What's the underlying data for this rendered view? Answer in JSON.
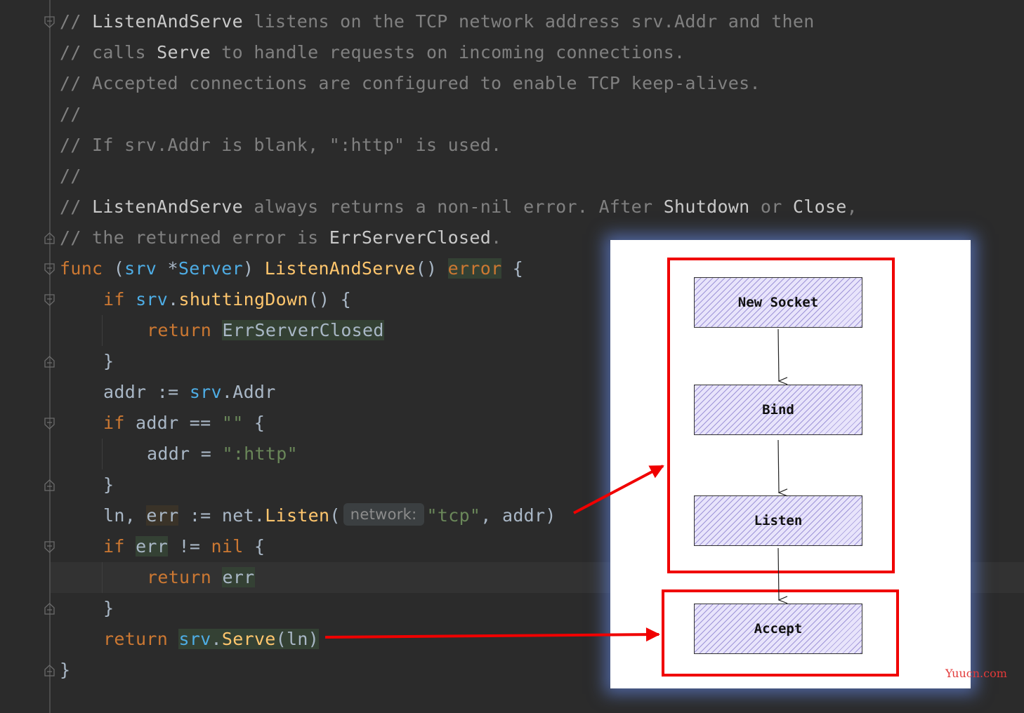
{
  "editor": {
    "lines": {
      "l1": {
        "a": "// ",
        "b": "ListenAndServe",
        "c": " listens on the TCP network address srv.Addr and then"
      },
      "l2": {
        "a": "// calls ",
        "b": "Serve",
        "c": " to handle requests on incoming connections."
      },
      "l3": {
        "a": "// Accepted connections are configured to enable TCP keep-alives."
      },
      "l4": {
        "a": "//"
      },
      "l5": {
        "a": "// If srv.Addr is blank, \":http\" is used."
      },
      "l6": {
        "a": "//"
      },
      "l7": {
        "a": "// ",
        "b": "ListenAndServe",
        "c": " always returns a non-nil error. After ",
        "d": "Shutdown",
        "e": " or ",
        "f": "Close",
        ",": ","
      },
      "l8": {
        "a": "// the returned error is ",
        "b": "ErrServerClosed",
        "c": "."
      },
      "l9": {
        "kw": "func",
        "p1": " (",
        "recv": "srv",
        "sp": " *",
        "type": "Server",
        "p2": ") ",
        "name": "ListenAndServe",
        "p3": "() ",
        "ret": "error",
        "p4": " {"
      },
      "l10": {
        "kw": "if",
        "sp": " ",
        "recv": "srv",
        "dot": ".",
        "call": "shuttingDown",
        "rest": "() {"
      },
      "l11": {
        "kw": "return",
        "sp": " ",
        "val": "ErrServerClosed"
      },
      "l12": {
        "brace": "}"
      },
      "l13": {
        "var": "addr",
        "op": " := ",
        "recv": "srv",
        "rest": ".Addr"
      },
      "l14": {
        "kw": "if",
        "rest": " addr == ",
        "str": "\"\"",
        "end": " {"
      },
      "l15": {
        "var": "addr",
        "op": " = ",
        "str": "\":http\""
      },
      "l16": {
        "brace": "}"
      },
      "l17": {
        "a": "ln, ",
        "err": "err",
        "b": " := net.",
        "call": "Listen",
        "c": "(",
        "hint": "network:",
        "str": "\"tcp\"",
        "d": ", addr)"
      },
      "l18": {
        "kw": "if",
        "sp": " ",
        "err": "err",
        "rest": " != ",
        "nil": "nil",
        "end": " {"
      },
      "l19": {
        "kw": "return",
        "sp": " ",
        "err": "err"
      },
      "l20": {
        "brace": "}"
      },
      "l21": {
        "kw": "return",
        "sp": " ",
        "recv": "srv",
        "dot": ".",
        "call": "Serve",
        "rest": "(ln)"
      },
      "l22": {
        "brace": "}"
      }
    }
  },
  "diagram": {
    "nodes": [
      "New Socket",
      "Bind",
      "Listen",
      "Accept"
    ]
  },
  "watermark": "Yuucn.com",
  "colors": {
    "background": "#2b2b2b",
    "keyword": "#cc7832",
    "function": "#ffc66d",
    "param": "#4eade5",
    "string": "#6a8759",
    "comment": "#808080",
    "highlight_red": "#f00000",
    "node_fill": "#e8e4fb"
  }
}
